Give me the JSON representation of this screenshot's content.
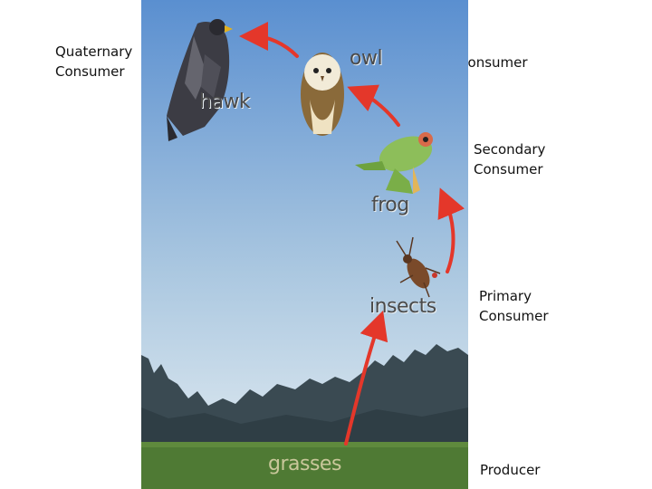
{
  "levels": {
    "quaternary": [
      "Quaternary",
      "Consumer"
    ],
    "tertiary": "Tertiary Consumer",
    "secondary": [
      "Secondary",
      "Consumer"
    ],
    "primary": [
      "Primary",
      "Consumer"
    ],
    "producer": "Producer"
  },
  "organisms": {
    "hawk": "hawk",
    "owl": "owl",
    "frog": "frog",
    "insects": "insects",
    "grasses": "grasses"
  },
  "colors": {
    "arrow": "#e4372a",
    "sky_top": "#5a8fd0",
    "sky_bottom": "#e6eef2",
    "trees": "#3a4a52",
    "grass": "#4f7a34",
    "label_gray": "#4a4a4a",
    "label_light": "#c9c79a"
  }
}
